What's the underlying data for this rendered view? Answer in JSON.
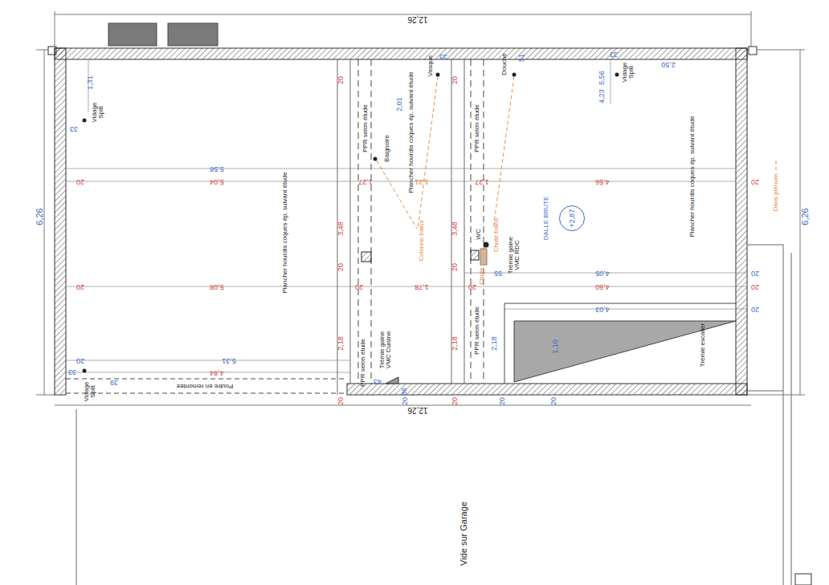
{
  "diagram": {
    "nodes": [
      {
        "text": [
          "+2,87"
        ]
      }
    ],
    "labels": [
      "12,26",
      "12,26",
      "6,26",
      "6,26",
      "1,31",
      "Vidage Split",
      "33",
      "20",
      "2,01",
      "Vasque",
      "33",
      "20",
      "Douche",
      "51",
      "5,56",
      "4,23",
      "2,50",
      "Vidage Split",
      "33",
      "PPR selon étude",
      "Plancher hourdis coques ép. suivant étude",
      "PPR selon étude",
      "Baignoire",
      "5,58",
      "20",
      "5,04",
      "1,27",
      "1,21",
      "1,27",
      "4,56",
      "20",
      "3,48",
      "3,48",
      "Plancher hourdis coques ép. suivant étude",
      "Plancher hourdis coques ép. suivant étude",
      "DALLE BRUTE",
      "Colonne bains",
      "WC",
      "Chute bains",
      "Chute",
      "Trémie gaine VMC RDC",
      "55",
      "Dans plénum",
      "20",
      "20",
      "4,05",
      "20",
      "20",
      "5,08",
      "20",
      "1,78",
      "20",
      "4,60",
      "20",
      "4,03",
      "20",
      "PPR selon étude",
      "2,18",
      "2,18",
      "2,18",
      "1,10",
      "Trémie escalier",
      "Trémie gaine VMC Cuisine",
      "PPR selon étude",
      "5,31",
      "20",
      "33",
      "43",
      "36",
      "39",
      "4,84",
      "Poutre en remontée",
      "20",
      "20",
      "20",
      "20",
      "20",
      "Vidage Split",
      "Vide sur Garage"
    ]
  }
}
